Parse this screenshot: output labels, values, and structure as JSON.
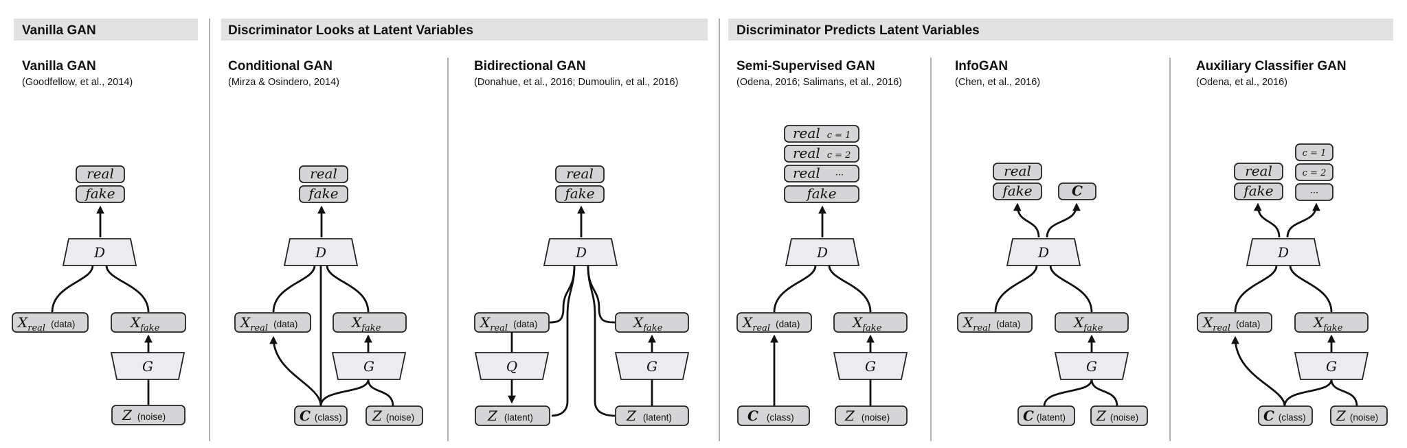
{
  "sections": [
    {
      "label": "Vanilla GAN"
    },
    {
      "label": "Discriminator Looks at Latent Variables"
    },
    {
      "label": "Discriminator Predicts Latent Variables"
    }
  ],
  "panels": {
    "vanilla": {
      "title": "Vanilla GAN",
      "citation": "(Goodfellow, et al., 2014)",
      "outputs": [
        "real",
        "fake"
      ],
      "D": "D",
      "G": "G",
      "x_real": "X",
      "x_real_sub": "real",
      "x_real_note": "(data)",
      "x_fake": "X",
      "x_fake_sub": "fake",
      "z": "Z",
      "z_note": "(noise)"
    },
    "conditional": {
      "title": "Conditional GAN",
      "citation": "(Mirza & Osindero, 2014)",
      "outputs": [
        "real",
        "fake"
      ],
      "D": "D",
      "G": "G",
      "x_real": "X",
      "x_real_sub": "real",
      "x_real_note": "(data)",
      "x_fake": "X",
      "x_fake_sub": "fake",
      "c": "C",
      "c_note": "(class)",
      "z": "Z",
      "z_note": "(noise)"
    },
    "bidirectional": {
      "title": "Bidirectional GAN",
      "citation": "(Donahue, et al., 2016;  Dumoulin, et al., 2016)",
      "outputs": [
        "real",
        "fake"
      ],
      "D": "D",
      "G": "G",
      "Q": "Q",
      "x_real": "X",
      "x_real_sub": "real",
      "x_real_note": "(data)",
      "x_fake": "X",
      "x_fake_sub": "fake",
      "z_left": "Z",
      "z_left_note": "(latent)",
      "z_right": "Z",
      "z_right_note": "(latent)"
    },
    "semisupervised": {
      "title": "Semi-Supervised GAN",
      "citation": "(Odena, 2016;  Salimans, et al., 2016)",
      "outputs": [
        {
          "word": "real",
          "cond": "c = 1"
        },
        {
          "word": "real",
          "cond": "c = 2"
        },
        {
          "word": "real",
          "cond": "···"
        },
        {
          "word": "fake",
          "cond": ""
        }
      ],
      "D": "D",
      "G": "G",
      "x_real": "X",
      "x_real_sub": "real",
      "x_real_note": "(data)",
      "x_fake": "X",
      "x_fake_sub": "fake",
      "c": "C",
      "c_note": "(class)",
      "z": "Z",
      "z_note": "(noise)"
    },
    "infogan": {
      "title": "InfoGAN",
      "citation": "(Chen, et al., 2016)",
      "outputs": [
        "real",
        "fake"
      ],
      "c_out": "C",
      "D": "D",
      "G": "G",
      "x_real": "X",
      "x_real_sub": "real",
      "x_real_note": "(data)",
      "x_fake": "X",
      "x_fake_sub": "fake",
      "c": "C",
      "c_note": "(latent)",
      "z": "Z",
      "z_note": "(noise)"
    },
    "acgan": {
      "title": "Auxiliary Classifier GAN",
      "citation": "(Odena, et al., 2016)",
      "outputs": [
        "real",
        "fake"
      ],
      "class_outputs": [
        "c = 1",
        "c = 2",
        "···"
      ],
      "D": "D",
      "G": "G",
      "x_real": "X",
      "x_real_sub": "real",
      "x_real_note": "(data)",
      "x_fake": "X",
      "x_fake_sub": "fake",
      "c": "C",
      "c_note": "(class)",
      "z": "Z",
      "z_note": "(noise)"
    }
  }
}
